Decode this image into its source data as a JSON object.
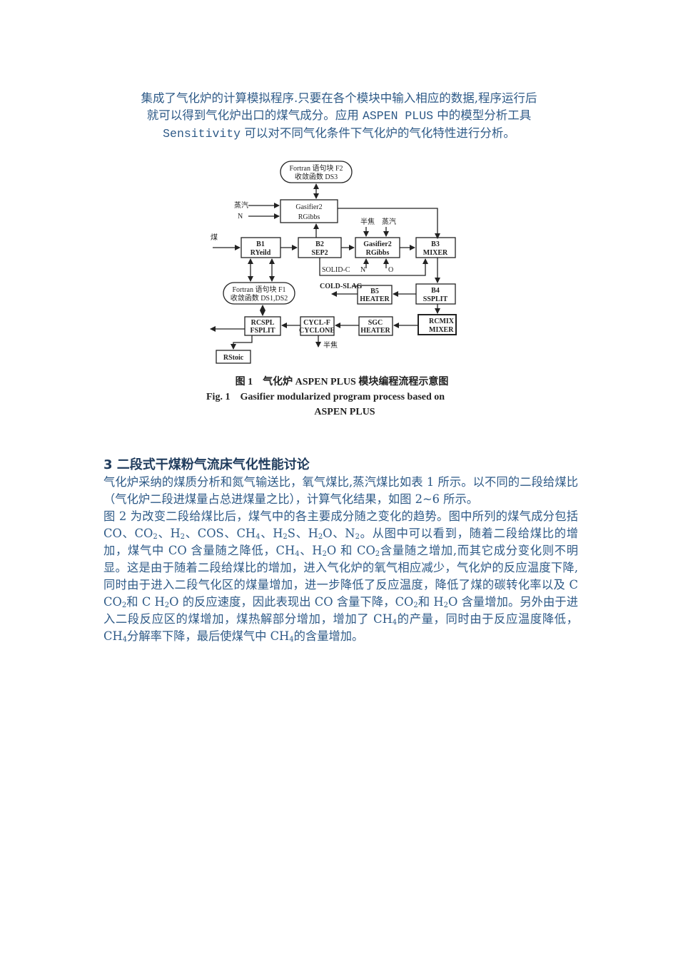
{
  "intro": {
    "line1": "集成了气化炉的计算模拟程序.只要在各个模块中输入相应的数据,程序运行后",
    "line2a": "就可以得到气化炉出口的煤气成分。应用",
    "line2b": "ASPEN PLUS",
    "line2c": "中的模型分析工具",
    "line3a": "Sensitivity",
    "line3b": "可以对不同气化条件下气化炉的气化特性进行分析。"
  },
  "figure": {
    "nodes": {
      "fortran_f2_l1": "Fortran 语句块 F2",
      "fortran_f2_l2": "收敛函数 DS3",
      "gasifier2_top_l1": "Gasifier2",
      "gasifier2_top_l2": "RGibbs",
      "steam": "蒸汽",
      "n2": "N",
      "coal": "煤",
      "b1_l1": "B1",
      "b1_l2": "RYeild",
      "b2_l1": "B2",
      "b2_l2": "SEP2",
      "semi_coke": "半焦",
      "steam2": "蒸汽",
      "gasifier2_mid_l1": "Gasifier2",
      "gasifier2_mid_l2": "RGibbs",
      "b3_l1": "B3",
      "b3_l2": "MIXER",
      "solid_c": "SOLID-C",
      "n2_bottom": "N",
      "o2_bottom": "O",
      "fortran_f1_l1": "Fortran 语句块 F1",
      "fortran_f1_l2": "收敛函数 DS1,DS2",
      "cold_slag": "COLD-SLAG",
      "b5_l1": "B5",
      "b5_l2": "HEATER",
      "b4_l1": "B4",
      "b4_l2": "SSPLIT",
      "rcspl_l1": "RCSPL",
      "rcspl_l2": "FSPLIT",
      "cycl_l1": "CYCL-F",
      "cycl_l2": "CYCLONE",
      "sgc_l1": "SGC",
      "sgc_l2": "HEATER",
      "rcmix_l1": "RCMIX",
      "rcmix_l2": "MIXER",
      "semi_coke_out": "半焦",
      "rstoic": "RStoic"
    },
    "caption_cn": "图 1　气化炉 ASPEN PLUS 模块编程流程示意图",
    "caption_en1": "Fig. 1　Gasifier modularized program process based on",
    "caption_en2": "ASPEN PLUS"
  },
  "section3": {
    "heading": "3 二段式干煤粉气流床气化性能讨论",
    "para1": "气化炉采纳的煤质分析和氮气输送比，氧气煤比,蒸汽煤比如表 1 所示。以不同的二段给煤比（气化炉二段进煤量占总进煤量之比），计算气化结果，如图 2~6 所示。",
    "para2": {
      "s1": "图 2 为改变二段给煤比后，煤气中的各主要成分随之变化的趋势。图中所列的煤气成分包括 CO、CO",
      "s2": "、H",
      "s3": "、COS、CH",
      "s4": "、H",
      "s5": "S、H",
      "s6": "O、N",
      "s7": "。从图中可以看到，随着二段给煤比的增加，煤气中 CO 含量随之降低，CH",
      "s8": "、H",
      "s9": "O 和 CO",
      "s10": "含量随之增加,而其它成分变化则不明显。这是由于随着二段给煤比的增加，进入气化炉的氧气相应减少，气化炉的反应温度下降,同时由于进入二段气化区的煤量增加，进一步降低了反应温度，降低了煤的碳转化率以及 C  CO",
      "s11": "和 C  H",
      "s12": "O 的反应速度，因此表现出 CO 含量下降，CO",
      "s13": "和 H",
      "s14": "O 含量增加。另外由于进入二段反应区的煤增加，煤热解部分增加，增加了 CH",
      "s15": "的产量，同时由于反应温度降低，CH",
      "s16": "分解率下降，最后使煤气中 CH",
      "s17": "的含量增加。",
      "sub2": "2",
      "sub4": "4"
    }
  },
  "colors": {
    "body_text": "#2e5a87",
    "heading_text": "#1f3b5c",
    "figure_ink": "#222222"
  }
}
